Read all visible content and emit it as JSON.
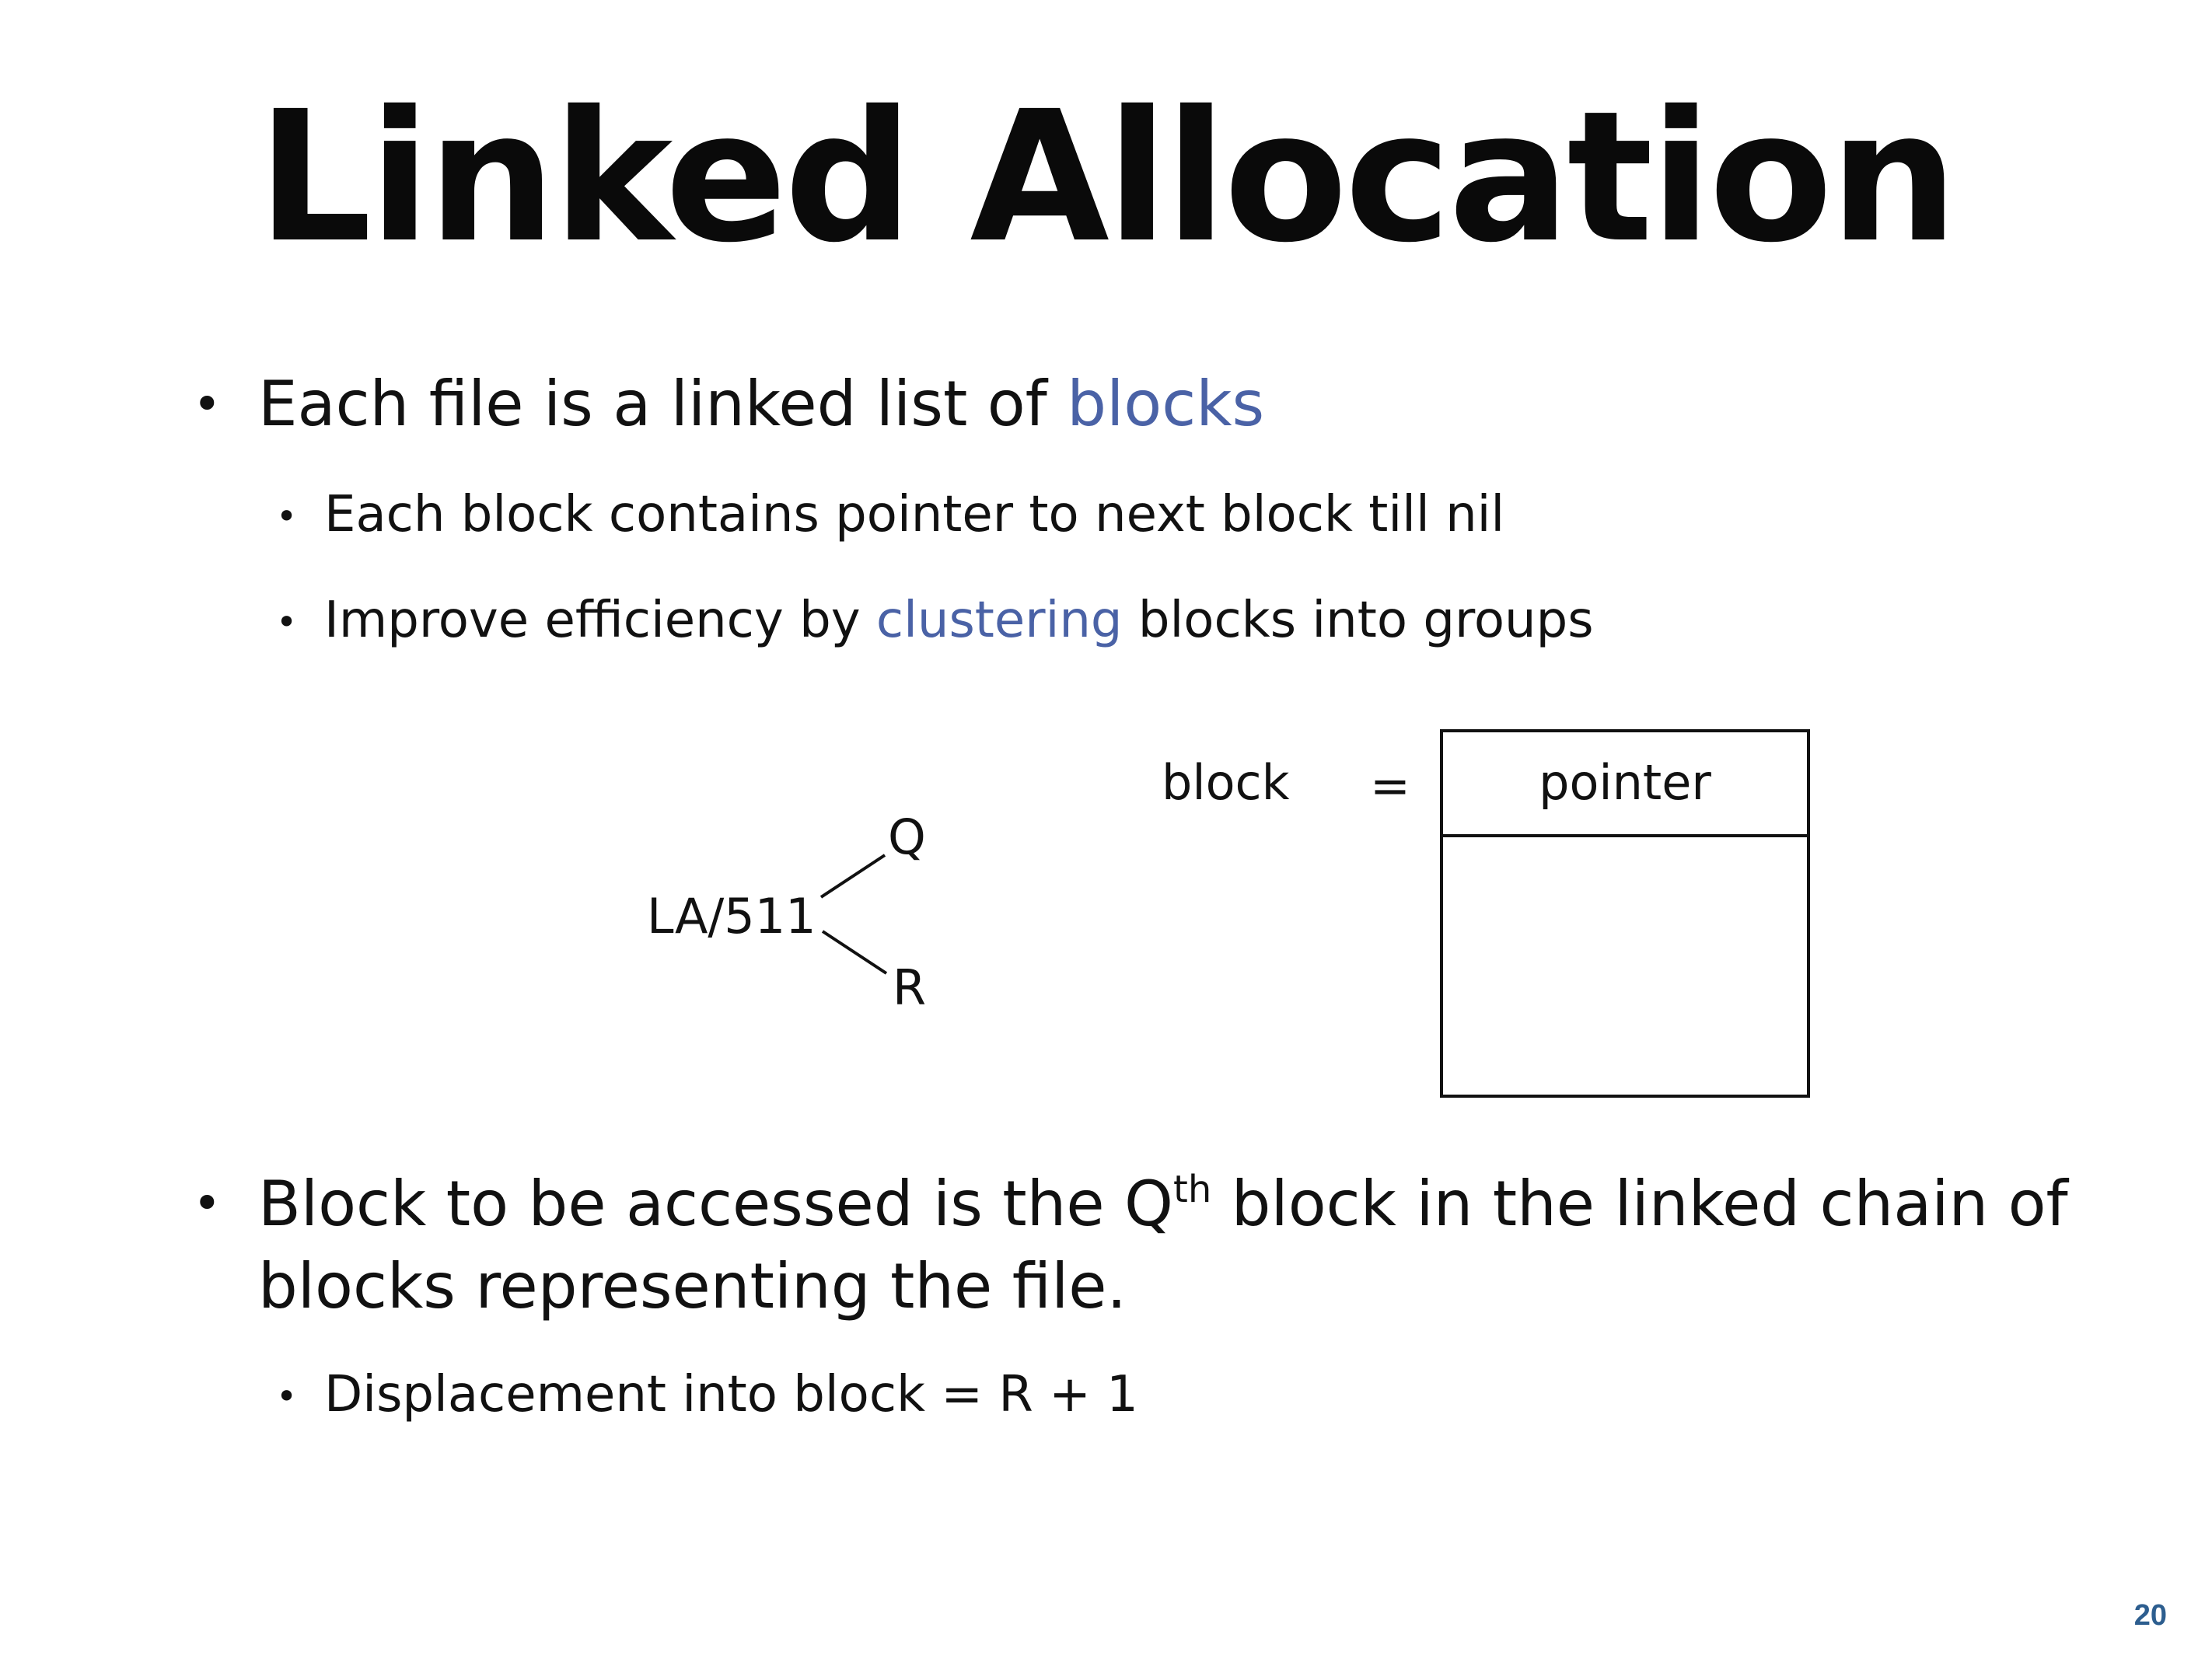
{
  "slide": {
    "title": "Linked Allocation",
    "page_number": "20"
  },
  "bullets": {
    "b1": {
      "prefix": "Each file is a linked list of ",
      "highlight": "blocks"
    },
    "b1_sub1": {
      "text": "Each block contains pointer to next block till nil"
    },
    "b1_sub2": {
      "prefix": "Improve efficiency by ",
      "highlight": "clustering",
      "suffix": " blocks into groups"
    },
    "b2": {
      "line1_a": "Block to be accessed is the Q",
      "line1_sup": "th",
      "line1_b": " block in the linked chain of",
      "line2": "blocks representing the file."
    },
    "b2_sub1": {
      "text": "Displacement into block = R + 1"
    }
  },
  "diagram": {
    "dividend": "LA/511",
    "quotient": "Q",
    "remainder": "R",
    "block_label": "block",
    "equals": "=",
    "pointer_label": "pointer"
  },
  "colors": {
    "accent": "#4a62a6",
    "page_number": "#2d5e8f"
  }
}
